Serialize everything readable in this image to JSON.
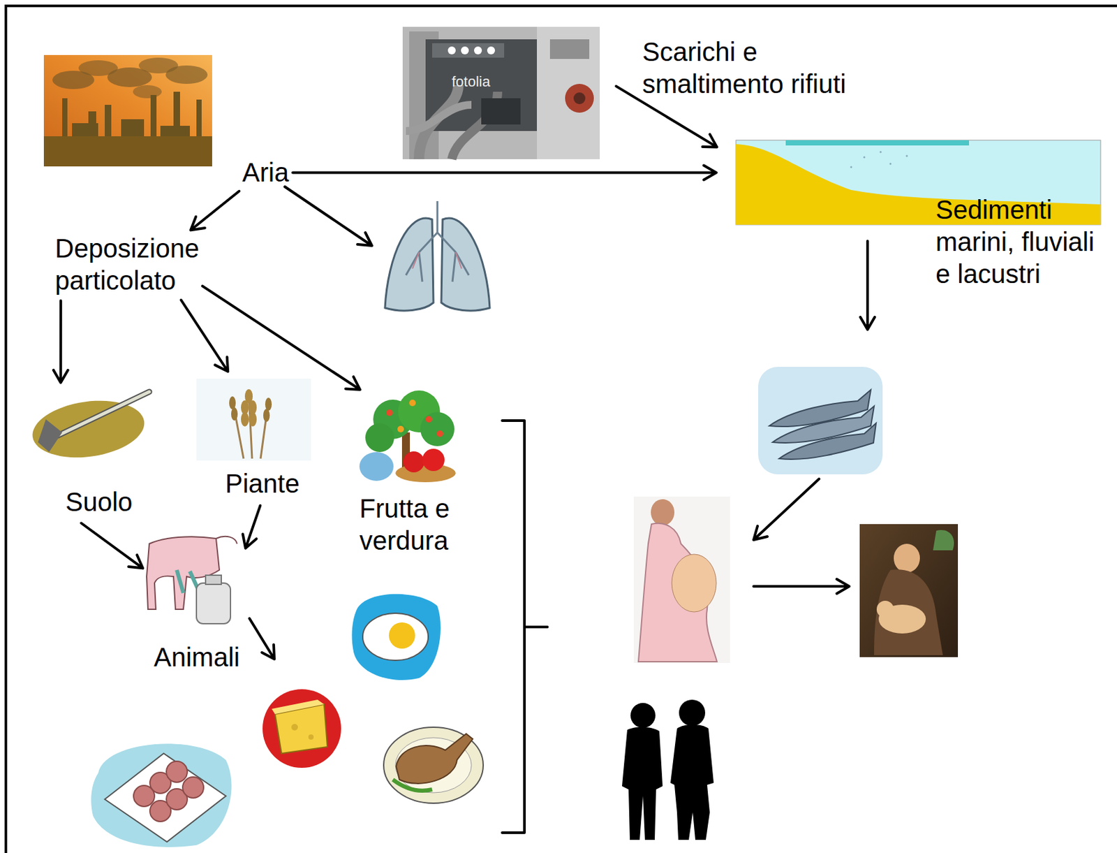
{
  "diagram": {
    "nodes": [
      {
        "text": [
          "Scarichi e smaltimento rifiuti"
        ]
      },
      {
        "text": [
          "Aria"
        ]
      },
      {
        "text": [
          "Deposizione particolato"
        ]
      },
      {
        "text": [
          "Sedimenti marini, fluviali e lacustri"
        ]
      },
      {
        "text": [
          "Suolo"
        ]
      },
      {
        "text": [
          "Piante"
        ]
      },
      {
        "text": [
          "Frutta e verdura"
        ]
      },
      {
        "text": [
          "Animali"
        ]
      }
    ],
    "edges": [
      {
        "from": 1,
        "to": 2,
        "arrow": "to"
      },
      {
        "from": 1,
        "to": 3,
        "arrow": "to"
      },
      {
        "from": 0,
        "to": 3,
        "arrow": "to"
      },
      {
        "from": 2,
        "to": 4,
        "arrow": "to"
      },
      {
        "from": 2,
        "to": 5,
        "arrow": "to"
      },
      {
        "from": 2,
        "to": 6,
        "arrow": "to"
      },
      {
        "from": 4,
        "to": 7,
        "arrow": "to"
      },
      {
        "from": 5,
        "to": 7,
        "arrow": "to"
      }
    ],
    "labels": [
      "fotolia"
    ]
  }
}
